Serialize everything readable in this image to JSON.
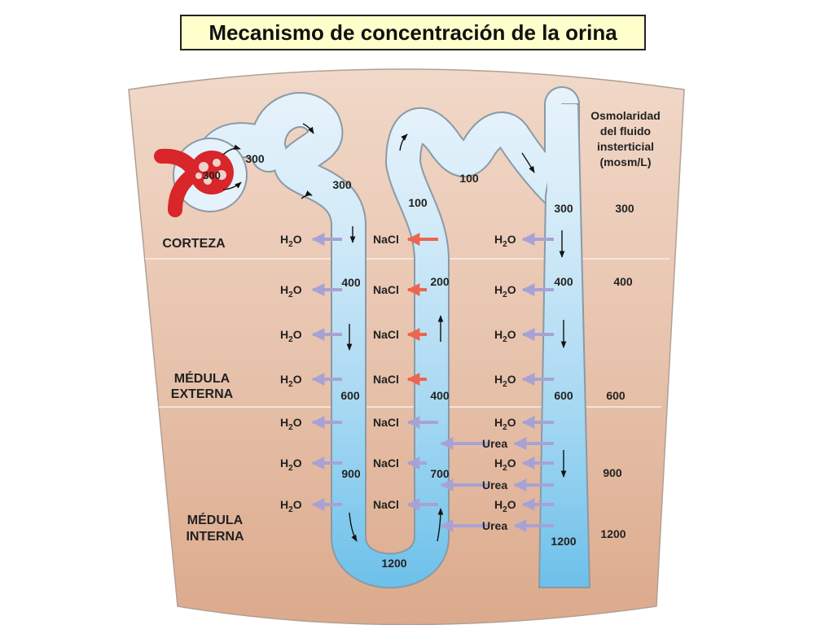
{
  "title": "Mecanismo de concentración de la orina",
  "header": {
    "lines": [
      "Osmolaridad",
      "del fluido",
      "insterticial",
      "(mosm/L)"
    ]
  },
  "zones": {
    "corteza": [
      "CORTEZA"
    ],
    "medula_externa": [
      "MÉDULA",
      "EXTERNA"
    ],
    "medula_interna": [
      "MÉDULA",
      "INTERNA"
    ]
  },
  "substances": {
    "water": "H",
    "water_sub": "2",
    "water_tail": "O",
    "salt": "NaCl",
    "urea": "Urea"
  },
  "tubule_values": {
    "glomerulus": "300",
    "proximal": "300",
    "proximal_end": "300",
    "distal_top": "100",
    "ascending_top": "100",
    "collecting_top": "300",
    "descending_400": "400",
    "ascending_200": "200",
    "collecting_400": "400",
    "descending_600": "600",
    "ascending_400": "400",
    "collecting_600": "600",
    "descending_900": "900",
    "ascending_700": "700",
    "loop_bottom": "1200",
    "collecting_1200": "1200"
  },
  "interstitial_values": [
    "300",
    "400",
    "600",
    "900",
    "1200"
  ],
  "colors": {
    "tissue_top": "#f0d6c6",
    "tissue_bottom": "#ddad90",
    "tubule_light": "#e4f1fa",
    "tubule_dark": "#78c4ea",
    "tubule_stroke": "#8a9aa6",
    "water_arrow": "#a8a2d4",
    "salt_arrow_active": "#ec6650",
    "glomerulus_red": "#d8262b",
    "title_bg": "#ffffcc"
  }
}
